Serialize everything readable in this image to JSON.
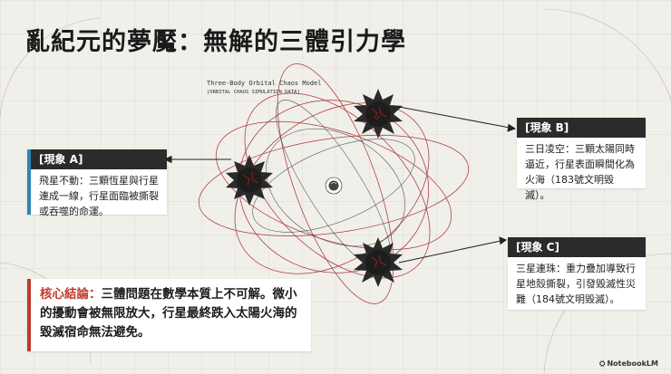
{
  "title": "亂紀元的夢魘：無解的三體引力學",
  "model": {
    "title": "Three-Body Orbital Chaos Model",
    "subtitle": "[ORBITAL CHAOS SIMULATION DATA]"
  },
  "phenomena": {
    "a": {
      "header": "[現象 A]",
      "body": "飛星不動：三顆恆星與行星連成一線，行星面臨被撕裂或吞噬的命運。"
    },
    "b": {
      "header": "[現象 B]",
      "body": "三日凌空：三顆太陽同時逼近，行星表面瞬間化為火海（183號文明毀滅）。"
    },
    "c": {
      "header": "[現象 C]",
      "body": "三星連珠：重力疊加導致行星地殼撕裂，引發毀滅性災難（184號文明毀滅）。"
    }
  },
  "conclusion": {
    "label": "核心結論：",
    "text": "三體問題在數學本質上不可解。微小的擾動會被無限放大，行星最終跌入太陽火海的毀滅宿命無法避免。"
  },
  "footer": {
    "brand": "NotebookLM"
  },
  "colors": {
    "orbit_red": "#9b1b1b",
    "star_dark": "#2a2a2a",
    "accent_blue": "#2b86b8",
    "accent_red": "#c0392b"
  }
}
